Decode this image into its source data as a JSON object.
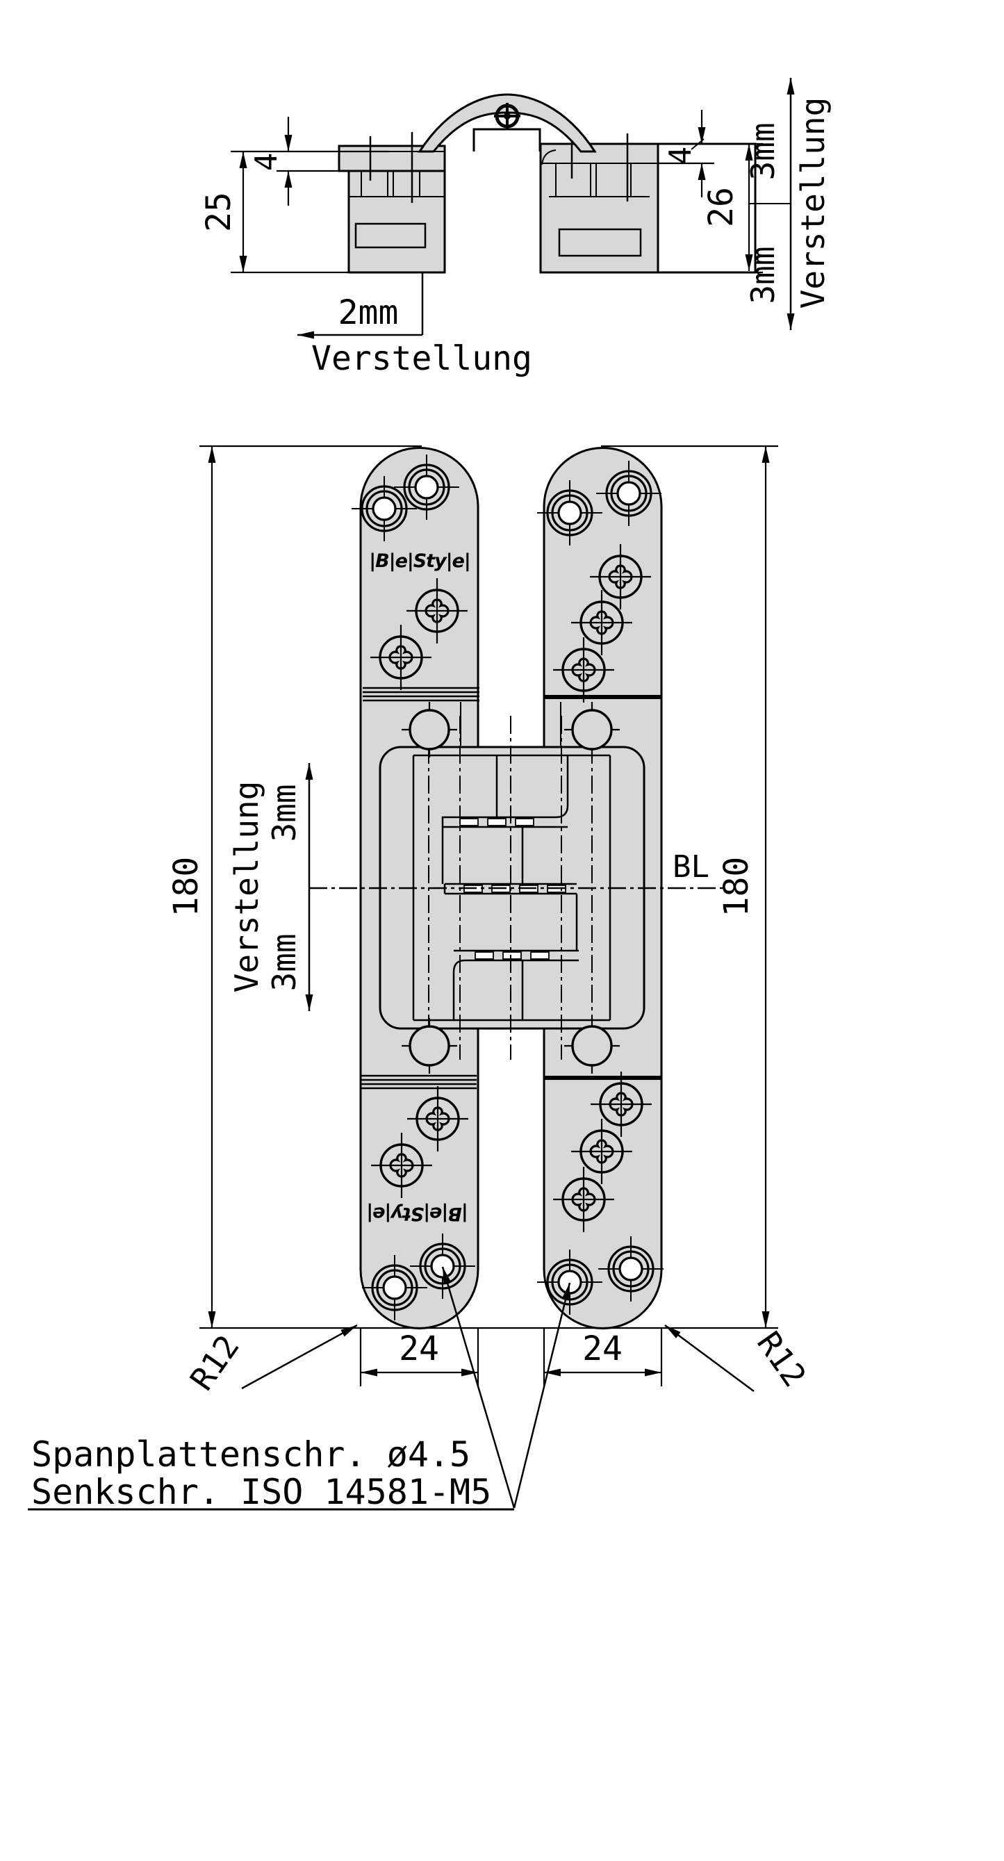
{
  "drawing_title": "concealed-hinge-technical-drawing",
  "colors": {
    "background": "#ffffff",
    "line": "#000000",
    "metal_fill": "#d8d8d8"
  },
  "section_view": {
    "dim_left_height": "25",
    "dim_left_flange": "4",
    "dim_right_flange": "4",
    "dim_right_height": "26",
    "vert_adjust_top": "3mm",
    "vert_adjust_bottom": "3mm",
    "vert_adjust_label": "Verstellung",
    "horiz_adjust_value": "2mm",
    "horiz_adjust_label": "Verstellung"
  },
  "front_view": {
    "dim_height_left": "180",
    "dim_height_right": "180",
    "dim_width_left": "24",
    "dim_width_right": "24",
    "radius_label_left": "R12",
    "radius_label_right": "R12",
    "centerline_label": "BL",
    "mid_adjust_label": "Verstellung",
    "mid_adjust_top": "3mm",
    "mid_adjust_bottom": "3mm",
    "logo_top": "|B|e|Sty|e|",
    "logo_bottom": "|B|e|Sty|e|"
  },
  "notes": {
    "line1": "Spanplattenschr. ø4.5",
    "line2": "Senkschr. ISO 14581-M5"
  }
}
